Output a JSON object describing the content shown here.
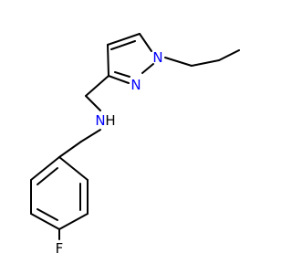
{
  "molecule": {
    "atoms": [
      {
        "label": "N",
        "color": "#0000ff"
      },
      {
        "label": "N",
        "color": "#0000ff"
      },
      {
        "label": "N",
        "color": "#0000ff"
      },
      {
        "label": "H",
        "color": "#000000"
      },
      {
        "label": "F",
        "color": "#000000"
      }
    ]
  }
}
